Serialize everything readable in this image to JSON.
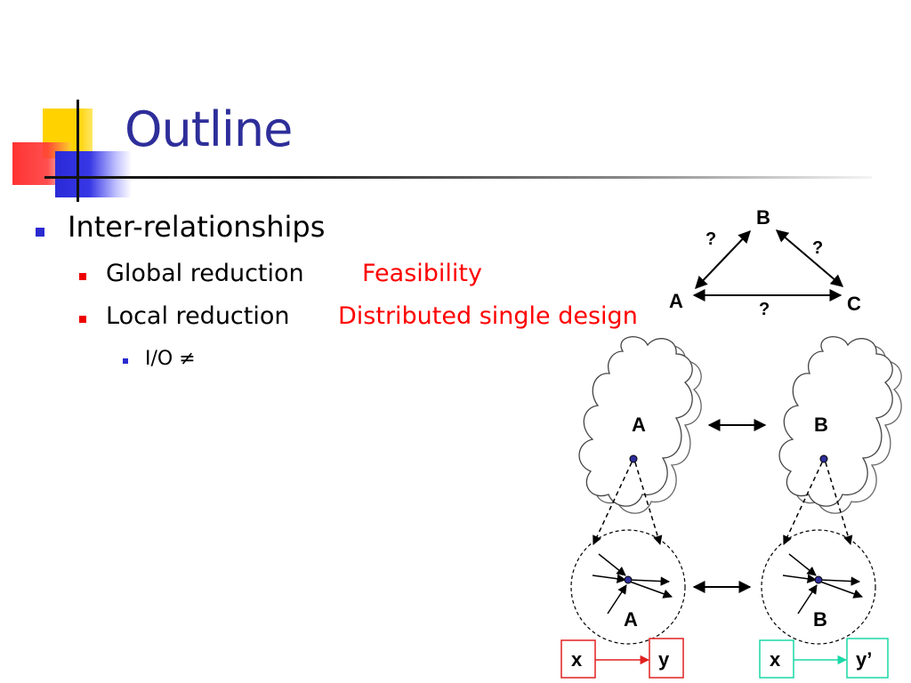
{
  "slide": {
    "title": "Outline",
    "bullets": {
      "level1": "Inter-relationships",
      "global_reduction": {
        "label": "Global reduction",
        "note": "Feasibility"
      },
      "local_reduction": {
        "label": "Local reduction",
        "note": "Distributed single design"
      },
      "io": "I/O ≠"
    }
  },
  "diagram": {
    "triangle": {
      "top": "B",
      "left": "A",
      "right": "C",
      "q_left": "?",
      "q_right": "?",
      "q_bottom": "?"
    },
    "clouds": {
      "left": "A",
      "right": "B"
    },
    "circles": {
      "left": "A",
      "right": "B"
    },
    "boxes": {
      "left_x": "x",
      "left_y": "y",
      "right_x": "x",
      "right_y": "y’"
    }
  },
  "colors": {
    "title": "#2e2e9a",
    "highlight": "#ff0000",
    "teal": "#19d9a6",
    "box_red": "#e02020"
  }
}
